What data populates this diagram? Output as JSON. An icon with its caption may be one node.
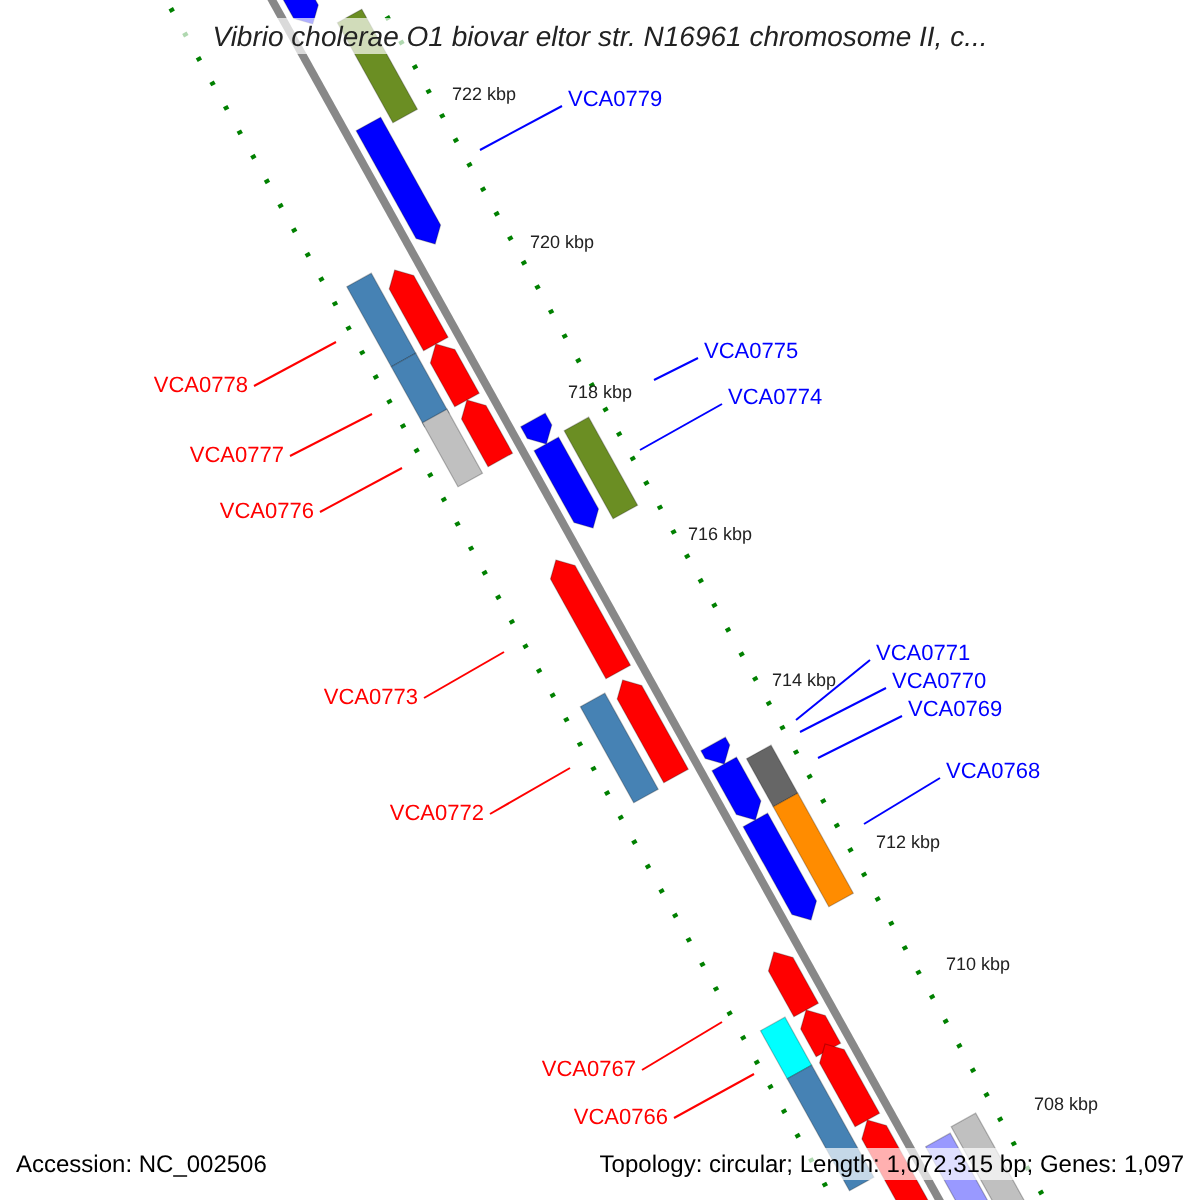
{
  "diagram": {
    "title": "Vibrio cholerae O1 biovar eltor str. N16961 chromosome II, c...",
    "nodes": [
      {
        "text": [
          "VCA0779"
        ]
      },
      {
        "text": [
          "VCA0775"
        ]
      },
      {
        "text": [
          "VCA0774"
        ]
      },
      {
        "text": [
          "VCA0771"
        ]
      },
      {
        "text": [
          "VCA0770"
        ]
      },
      {
        "text": [
          "VCA0769"
        ]
      },
      {
        "text": [
          "VCA0768"
        ]
      },
      {
        "text": [
          "VCA0778"
        ]
      },
      {
        "text": [
          "VCA0777"
        ]
      },
      {
        "text": [
          "VCA0776"
        ]
      },
      {
        "text": [
          "VCA0773"
        ]
      },
      {
        "text": [
          "VCA0772"
        ]
      },
      {
        "text": [
          "VCA0767"
        ]
      },
      {
        "text": [
          "VCA0766"
        ]
      }
    ],
    "edges": [
      {
        "from": 0,
        "to": null,
        "arrow": "none",
        "color": "#0000ff"
      },
      {
        "from": 1,
        "to": null,
        "arrow": "none",
        "color": "#0000ff"
      },
      {
        "from": 2,
        "to": null,
        "arrow": "none",
        "color": "#0000ff"
      },
      {
        "from": 3,
        "to": null,
        "arrow": "none",
        "color": "#0000ff"
      },
      {
        "from": 4,
        "to": null,
        "arrow": "none",
        "color": "#0000ff"
      },
      {
        "from": 5,
        "to": null,
        "arrow": "none",
        "color": "#0000ff"
      },
      {
        "from": 6,
        "to": null,
        "arrow": "none",
        "color": "#0000ff"
      },
      {
        "from": 7,
        "to": null,
        "arrow": "none",
        "color": "#ff0000"
      },
      {
        "from": 8,
        "to": null,
        "arrow": "none",
        "color": "#ff0000"
      },
      {
        "from": 9,
        "to": null,
        "arrow": "none",
        "color": "#ff0000"
      },
      {
        "from": 10,
        "to": null,
        "arrow": "none",
        "color": "#ff0000"
      },
      {
        "from": 11,
        "to": null,
        "arrow": "none",
        "color": "#ff0000"
      },
      {
        "from": 12,
        "to": null,
        "arrow": "none",
        "color": "#ff0000"
      },
      {
        "from": 13,
        "to": null,
        "arrow": "none",
        "color": "#ff0000"
      }
    ],
    "labels": [
      "722 kbp",
      "720 kbp",
      "718 kbp",
      "716 kbp",
      "714 kbp",
      "712 kbp",
      "710 kbp",
      "708 kbp",
      "Accession: NC_002506",
      "Topology: circular; Length: 1,072,315 bp; Genes: 1,097"
    ]
  }
}
